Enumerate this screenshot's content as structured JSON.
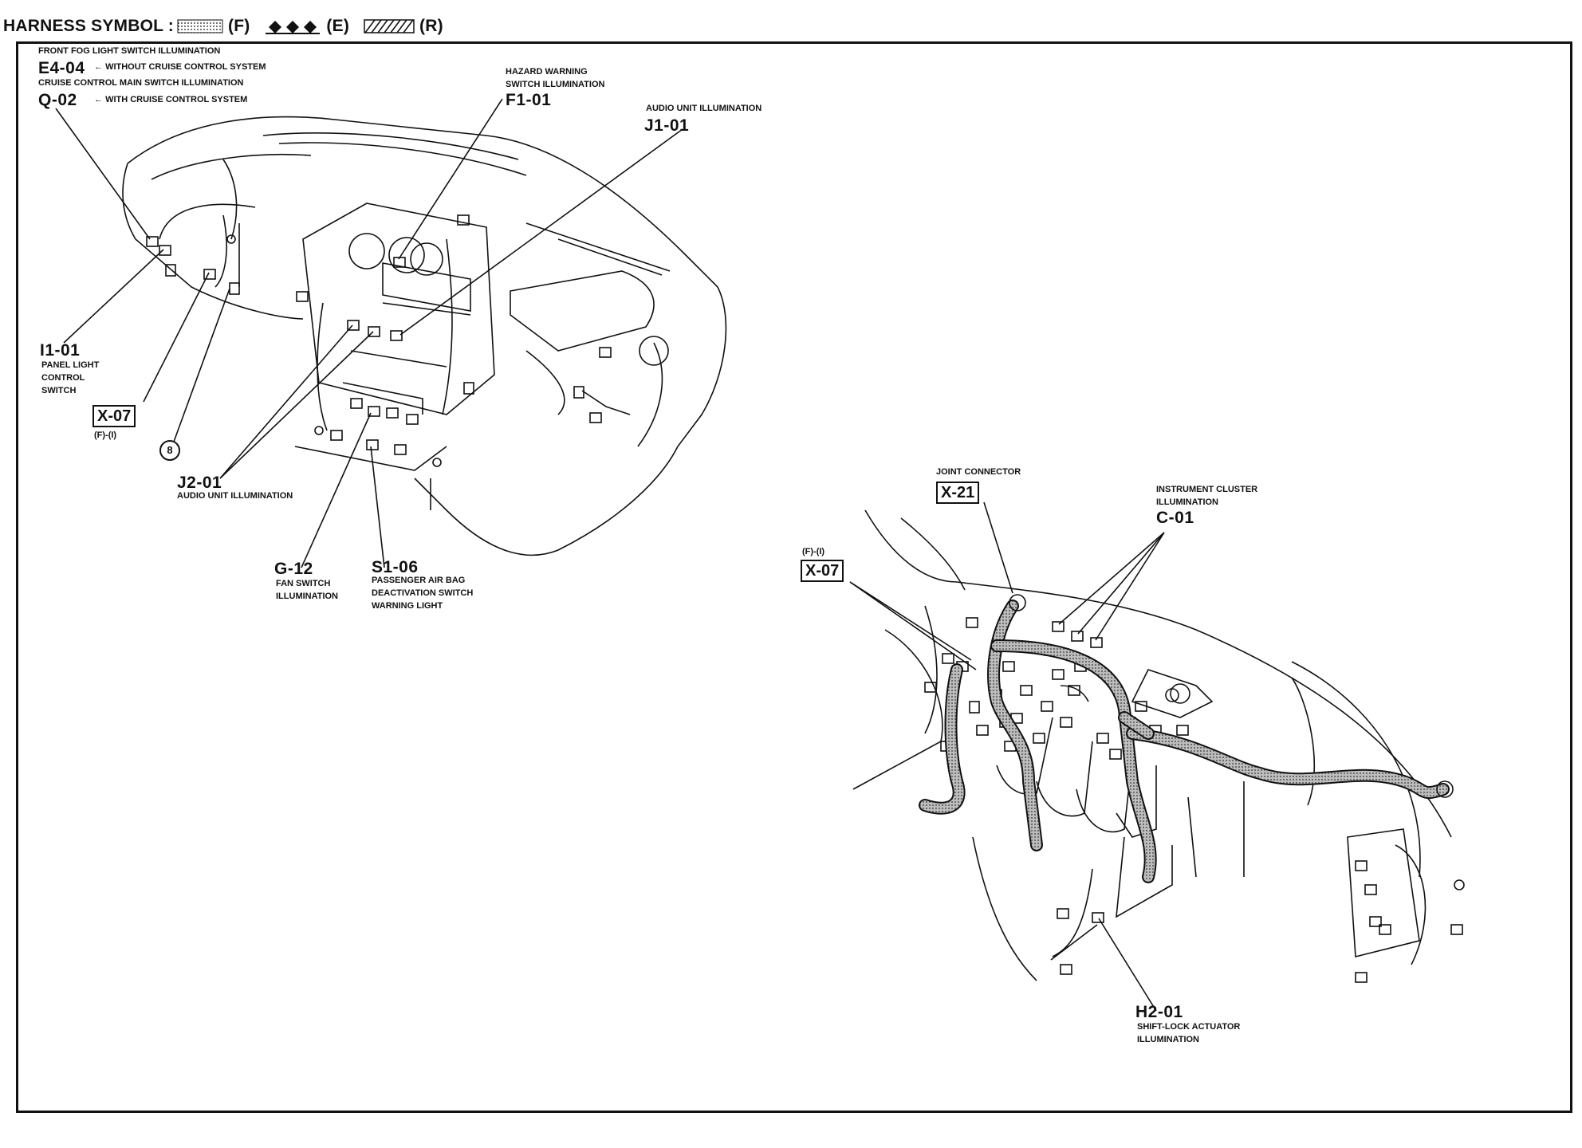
{
  "header": {
    "title": "HARNESS SYMBOL :",
    "symbols": [
      {
        "code": "(F)",
        "pattern": "dotted"
      },
      {
        "code": "(E)",
        "pattern": "diamonds"
      },
      {
        "code": "(R)",
        "pattern": "hatched"
      }
    ]
  },
  "left_view": {
    "fog_light": {
      "title": "FRONT FOG LIGHT SWITCH ILLUMINATION",
      "code_e4": "E4-04",
      "note_e4": "WITHOUT CRUISE CONTROL SYSTEM",
      "subtitle": "CRUISE CONTROL MAIN SWITCH ILLUMINATION",
      "code_q": "Q-02",
      "note_q": "WITH CRUISE CONTROL SYSTEM"
    },
    "hazard": {
      "line1": "HAZARD WARNING",
      "line2": "SWITCH ILLUMINATION",
      "code": "F1-01"
    },
    "audio_top": {
      "title": "AUDIO UNIT ILLUMINATION",
      "code": "J1-01"
    },
    "panel_light": {
      "code": "I1-01",
      "line1": "PANEL LIGHT",
      "line2": "CONTROL",
      "line3": "SWITCH"
    },
    "x07": {
      "code": "X-07",
      "sub": "(F)-(I)"
    },
    "circle": "8",
    "audio_bottom": {
      "code": "J2-01",
      "title": "AUDIO UNIT ILLUMINATION"
    },
    "fan": {
      "code": "G-12",
      "line1": "FAN SWITCH",
      "line2": "ILLUMINATION"
    },
    "airbag": {
      "code": "S1-06",
      "line1": "PASSENGER AIR BAG",
      "line2": "DEACTIVATION SWITCH",
      "line3": "WARNING LIGHT"
    }
  },
  "right_view": {
    "joint": {
      "title": "JOINT CONNECTOR",
      "code": "X-21"
    },
    "cluster": {
      "line1": "INSTRUMENT CLUSTER",
      "line2": "ILLUMINATION",
      "code": "C-01"
    },
    "x07": {
      "sub": "(F)-(I)",
      "code": "X-07"
    },
    "shift": {
      "code": "H2-01",
      "line1": "SHIFT-LOCK ACTUATOR",
      "line2": "ILLUMINATION"
    }
  }
}
